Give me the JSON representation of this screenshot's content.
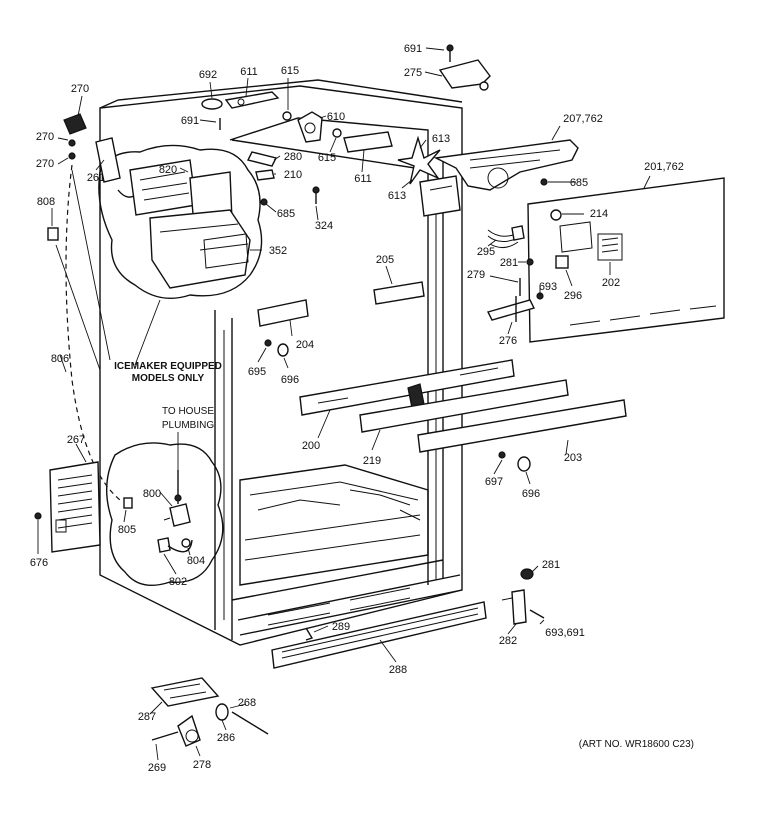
{
  "diagram": {
    "art_number": "(ART NO. WR18600 C23)",
    "notes": {
      "icemaker_line1": "ICEMAKER EQUIPPED",
      "icemaker_line2": "MODELS ONLY",
      "plumbing_line1": "TO HOUSE",
      "plumbing_line2": "PLUMBING"
    },
    "part_labels": {
      "p691a": "691",
      "p275": "275",
      "p692": "692",
      "p611a": "611",
      "p615a": "615",
      "p270a": "270",
      "p270b": "270",
      "p270c": "270",
      "p691b": "691",
      "p610": "610",
      "p613a": "613",
      "p207": "207,762",
      "p261": "261",
      "p820": "820",
      "p280": "280",
      "p615b": "615",
      "p611b": "611",
      "p613b": "613",
      "p685a": "685",
      "p210": "210",
      "p201": "201,762",
      "p808": "808",
      "p685b": "685",
      "p324": "324",
      "p214": "214",
      "p352": "352",
      "p295": "295",
      "p205": "205",
      "p281a": "281",
      "p202": "202",
      "p279": "279",
      "p693": "693",
      "p296": "296",
      "p204": "204",
      "p276": "276",
      "p806": "806",
      "p695": "695",
      "p696a": "696",
      "p200": "200",
      "p219": "219",
      "p203": "203",
      "p267": "267",
      "p697": "697",
      "p696b": "696",
      "p800": "800",
      "p805": "805",
      "p804": "804",
      "p802": "802",
      "p676": "676",
      "p281b": "281",
      "p289": "289",
      "p282": "282",
      "p693b": "693,691",
      "p288": "288",
      "p287": "287",
      "p268": "268",
      "p286": "286",
      "p269": "269",
      "p278": "278"
    }
  }
}
